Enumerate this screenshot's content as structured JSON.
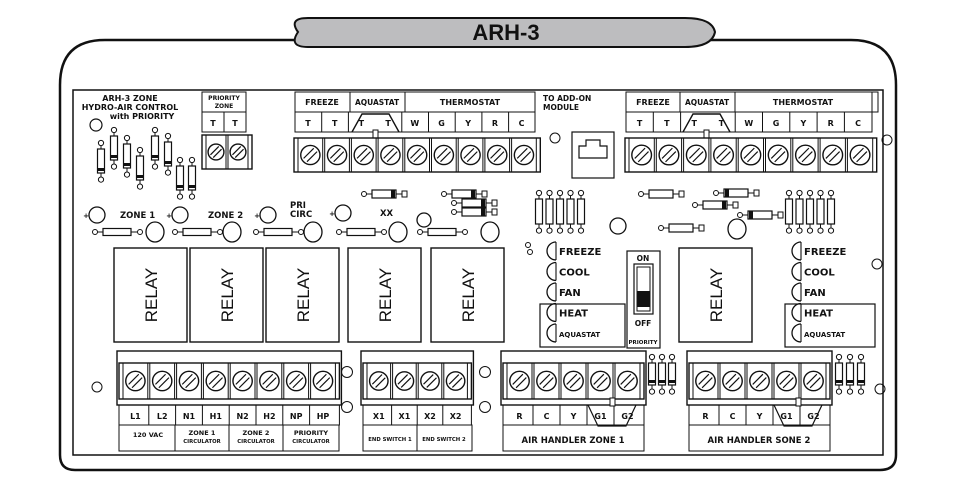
{
  "title": "ARH-3",
  "board_label": [
    "ARH-3 ZONE",
    "HYDRO-AIR CONTROL",
    "with PRIORITY"
  ],
  "top_left": {
    "priority_zone": {
      "header": [
        "PRIORITY",
        "ZONE"
      ],
      "terminals": [
        "T",
        "T"
      ]
    },
    "freeze": {
      "header": "FREEZE",
      "terminals": [
        "T",
        "T"
      ]
    },
    "aquastat": {
      "header": "AQUASTAT",
      "terminals": [
        "T",
        "T"
      ]
    },
    "thermostat": {
      "header": "THERMOSTAT",
      "terminals": [
        "W",
        "G",
        "Y",
        "R",
        "C"
      ]
    }
  },
  "add_on_module": [
    "TO ADD-ON",
    "MODULE"
  ],
  "top_right": {
    "freeze": {
      "header": "FREEZE",
      "terminals": [
        "T",
        "T"
      ]
    },
    "aquastat": {
      "header": "AQUASTAT",
      "terminals": [
        "T",
        "T"
      ]
    },
    "thermostat": {
      "header": "THERMOSTAT",
      "terminals": [
        "W",
        "G",
        "Y",
        "R",
        "C"
      ]
    }
  },
  "zone_labels": [
    "ZONE 1",
    "ZONE 2",
    "PRI",
    "CIRC",
    "XX"
  ],
  "relays": [
    "RELAY",
    "RELAY",
    "RELAY",
    "RELAY",
    "RELAY",
    "RELAY"
  ],
  "leds_zone1": [
    "FREEZE",
    "COOL",
    "FAN",
    "HEAT",
    "AQUASTAT"
  ],
  "leds_zone2": [
    "FREEZE",
    "COOL",
    "FAN",
    "HEAT",
    "AQUASTAT"
  ],
  "priority_switch": {
    "on": "ON",
    "off": "OFF",
    "label": "PRIORITY",
    "state": "OFF"
  },
  "bottom_power": {
    "terminals": [
      "L1",
      "L2",
      "N1",
      "H1",
      "N2",
      "H2",
      "NP",
      "HP"
    ],
    "groups": [
      "120 VAC",
      "ZONE 1",
      "CIRCULATOR",
      "ZONE 2",
      "CIRCULATOR",
      "PRIORITY",
      "CIRCULATOR"
    ]
  },
  "bottom_end_switch": {
    "terminals": [
      "X1",
      "X1",
      "X2",
      "X2"
    ],
    "groups": [
      "END SWITCH 1",
      "END SWITCH 2"
    ]
  },
  "air_handler_1": {
    "terminals": [
      "R",
      "C",
      "Y",
      "G1",
      "G2"
    ],
    "label": "AIR HANDLER ZONE 1"
  },
  "air_handler_2": {
    "terminals": [
      "R",
      "C",
      "Y",
      "G1",
      "G2"
    ],
    "label": "AIR HANDLER SONE 2"
  },
  "colors": {
    "title_fill": "#bdbdbf",
    "ink": "#111111",
    "board": "#ffffff"
  }
}
